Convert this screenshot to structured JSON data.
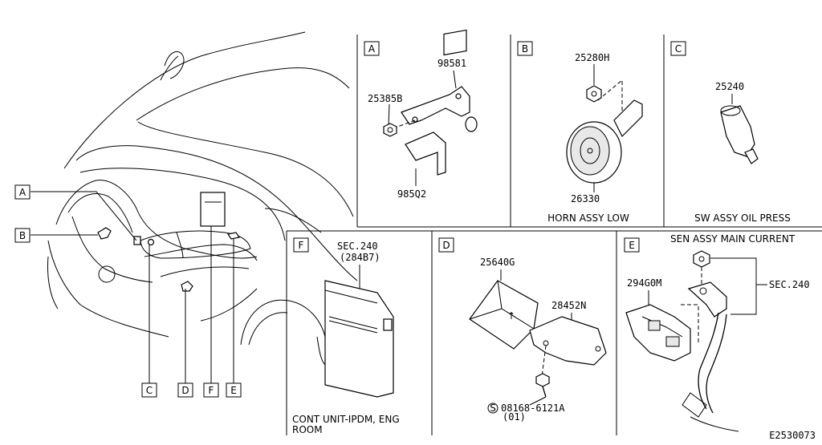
{
  "diagram_id": "E2530073",
  "callouts": {
    "left": [
      "A",
      "B"
    ],
    "bottom": [
      "C",
      "D",
      "F",
      "E"
    ]
  },
  "panels": {
    "A": {
      "letter": "A",
      "parts": [
        "98581",
        "25385B",
        "985Q2"
      ]
    },
    "B": {
      "letter": "B",
      "parts": [
        "25280H",
        "26330"
      ],
      "caption": "HORN ASSY LOW"
    },
    "C": {
      "letter": "C",
      "parts": [
        "25240"
      ],
      "caption": "SW ASSY OIL PRESS"
    },
    "F": {
      "letter": "F",
      "ref_line1": "SEC.240",
      "ref_line2": "(284B7)",
      "caption_line1": "CONT UNIT-IPDM, ENG",
      "caption_line2": "ROOM"
    },
    "D": {
      "letter": "D",
      "parts": [
        "25640G",
        "28452N"
      ],
      "bolt_code": "08168-6121A",
      "bolt_qty": "(01)",
      "bolt_symbol": "S"
    },
    "E": {
      "letter": "E",
      "title": "SEN ASSY MAIN CURRENT",
      "parts": [
        "294G0M"
      ],
      "sec_ref": "SEC.240"
    }
  }
}
